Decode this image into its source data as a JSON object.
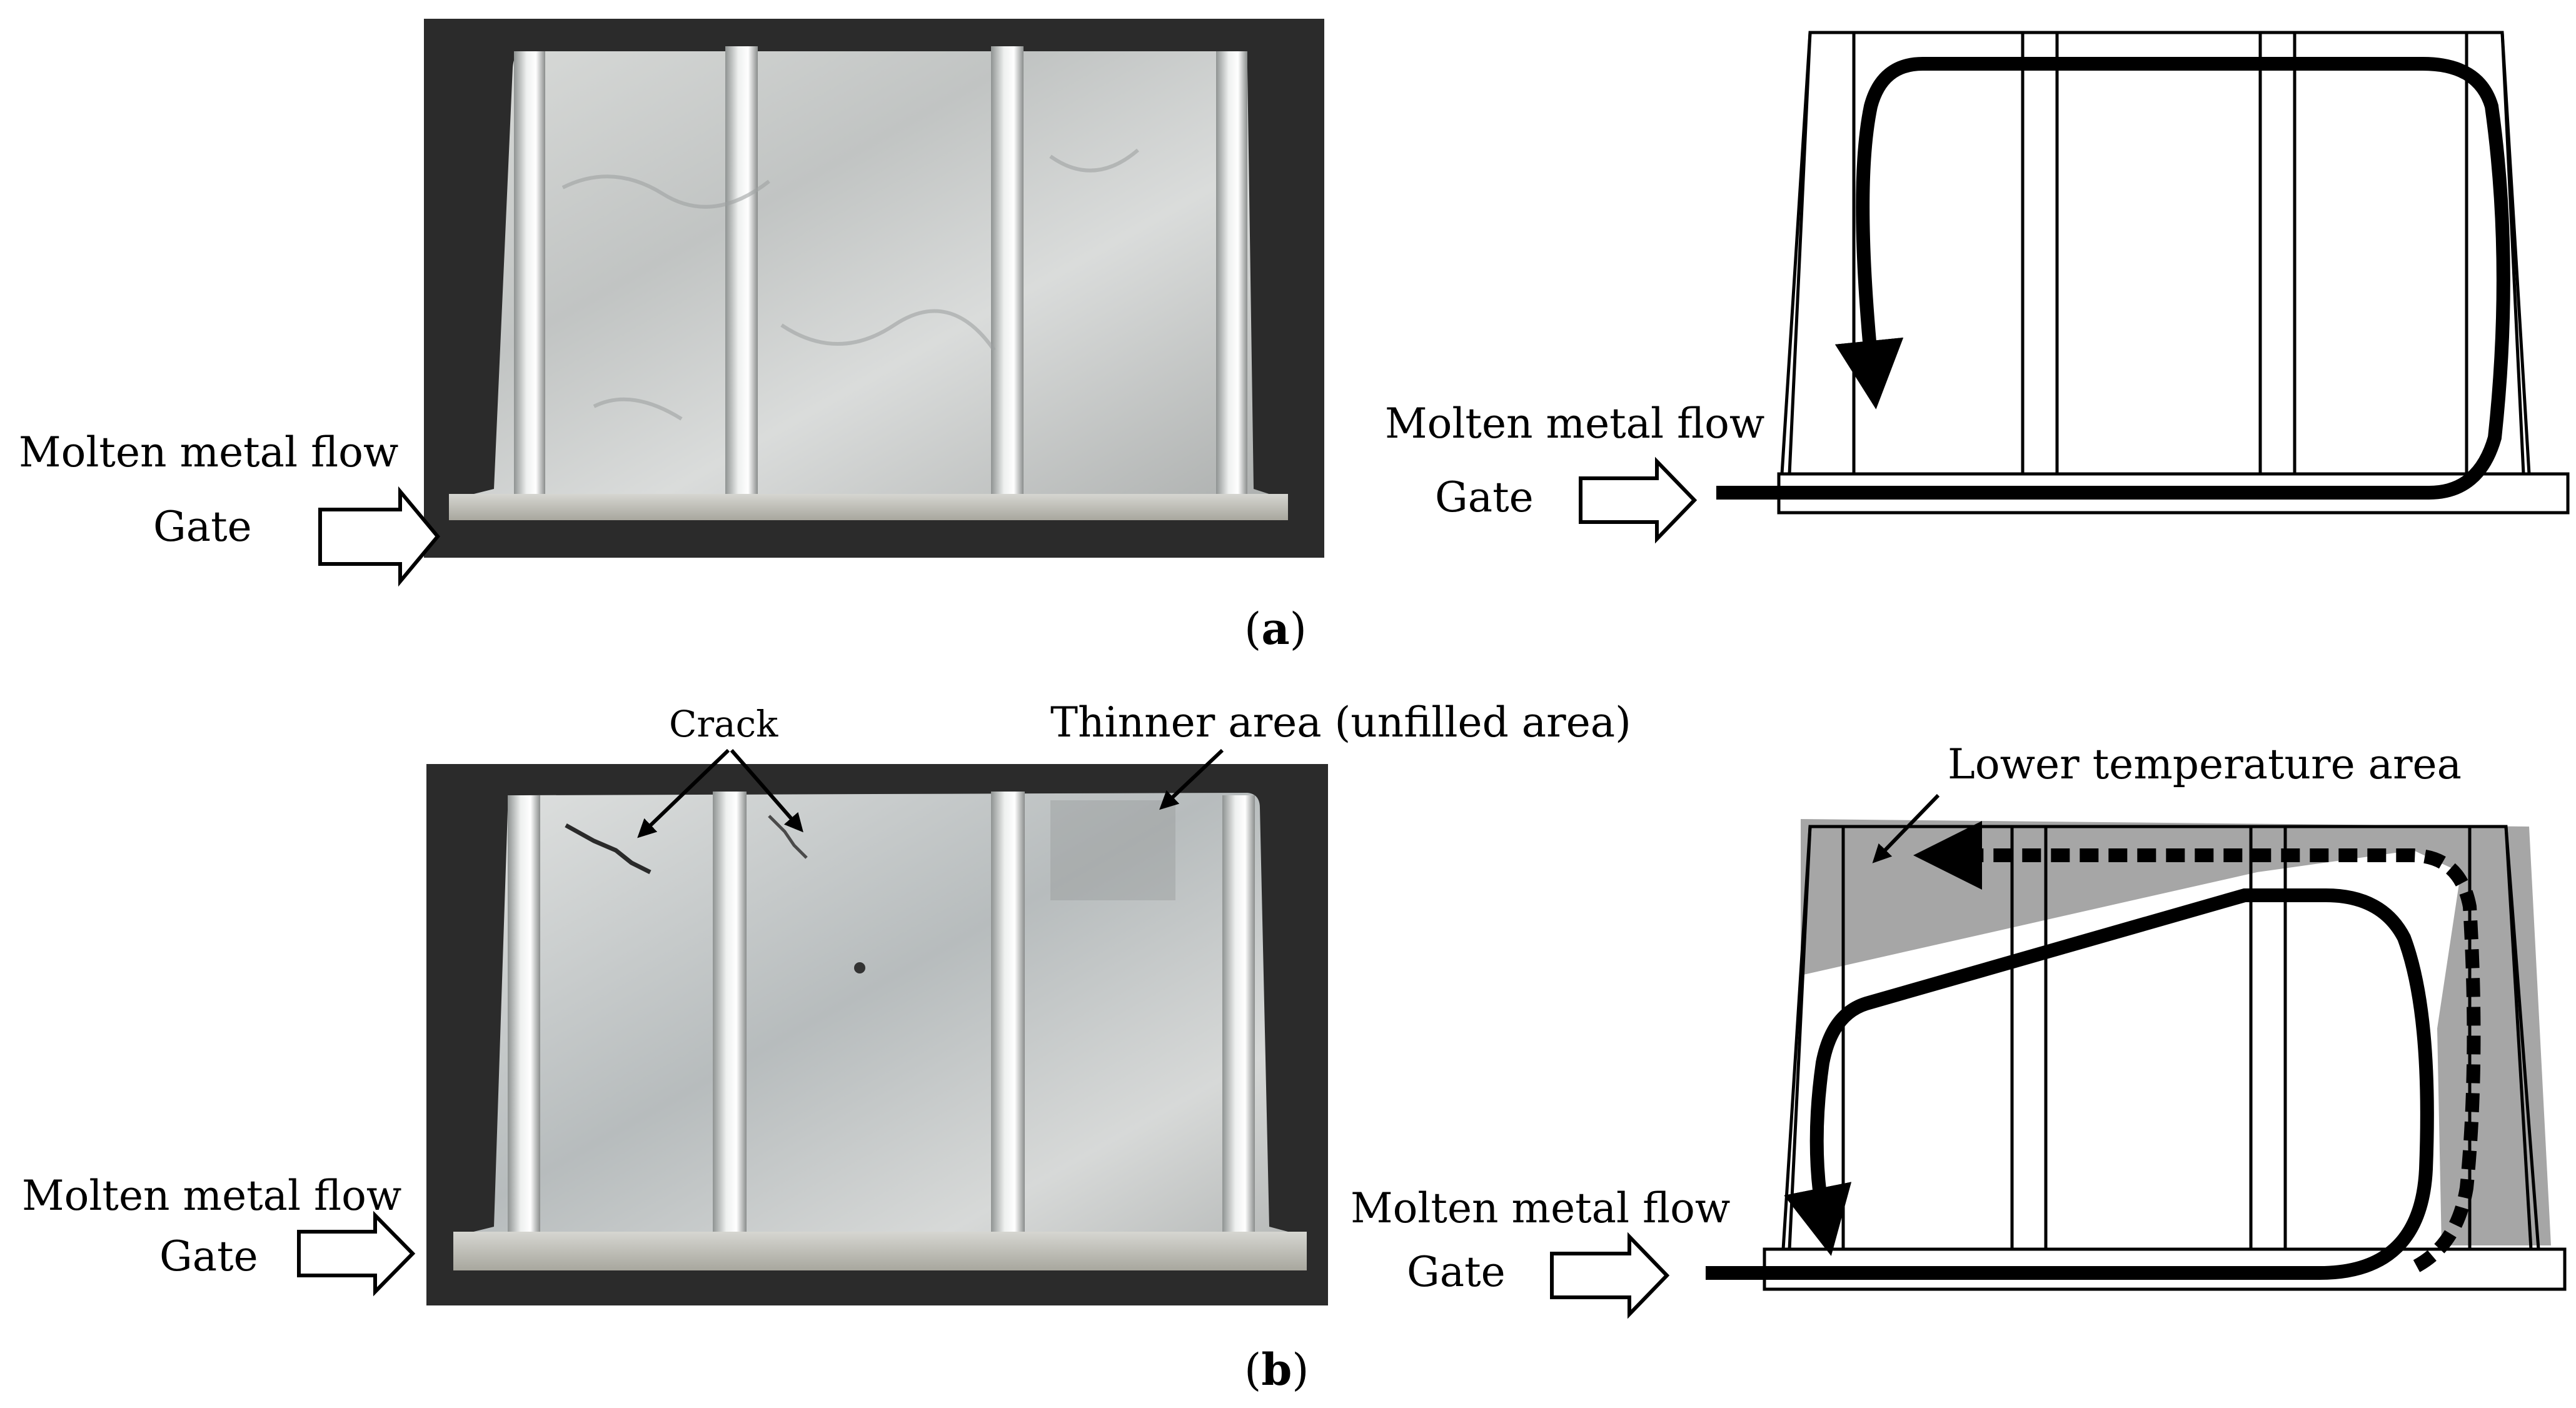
{
  "panel_a": {
    "caption_letter": "a",
    "photo": {
      "flow_label": "Molten metal flow",
      "gate_label": "Gate"
    },
    "diagram": {
      "flow_label": "Molten metal flow",
      "gate_label": "Gate"
    }
  },
  "panel_b": {
    "caption_letter": "b",
    "photo": {
      "flow_label": "Molten metal flow",
      "gate_label": "Gate",
      "crack_label": "Crack",
      "thinner_label": "Thinner area (unfilled area)"
    },
    "diagram": {
      "flow_label": "Molten metal flow",
      "gate_label": "Gate",
      "lower_temp_label": "Lower temperature area"
    }
  },
  "colors": {
    "photo_background": "#2b2b2b",
    "metal_light": "#e7e8e6",
    "metal_mid": "#c3c5c3",
    "metal_dark": "#8d9090",
    "low_temp_fill": "#a6a6a6",
    "stroke": "#000000"
  }
}
